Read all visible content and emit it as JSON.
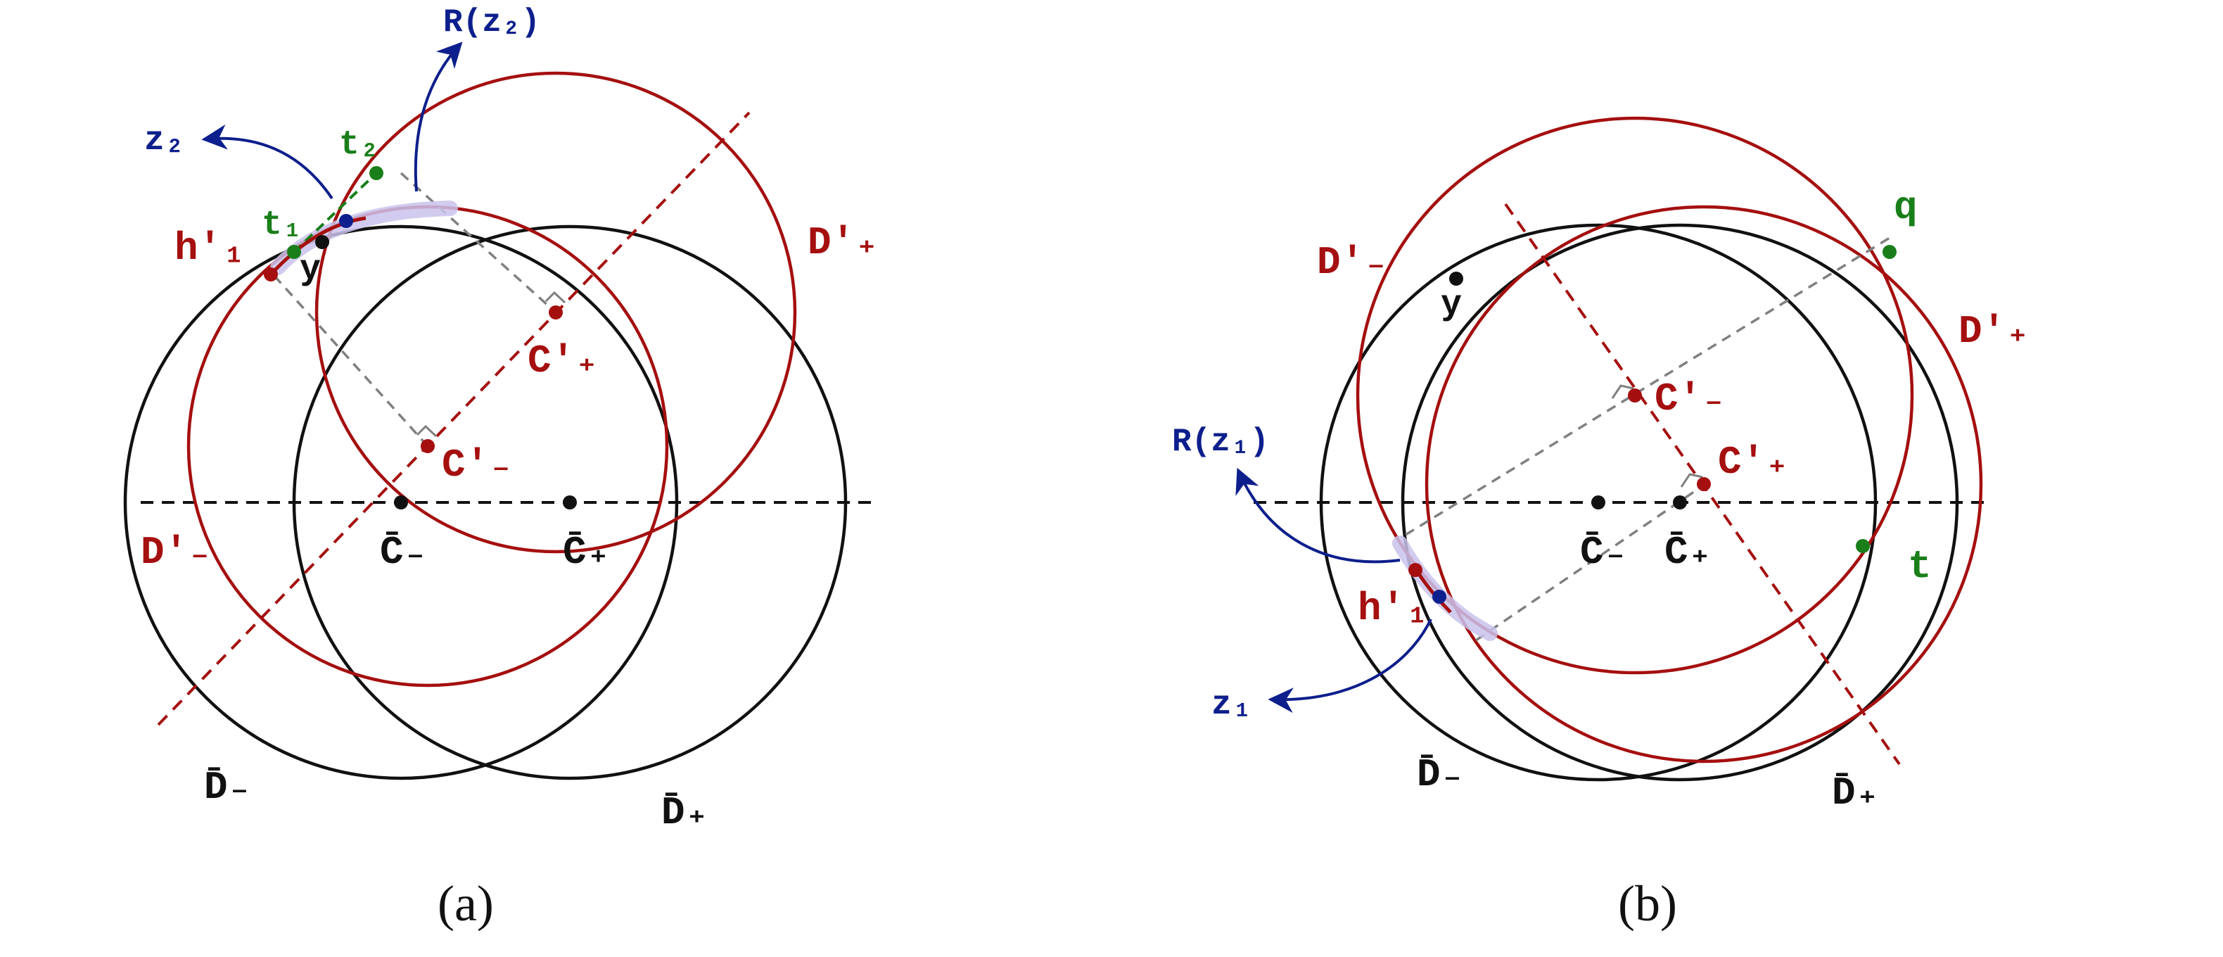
{
  "colors": {
    "black": "#111111",
    "red": "#a50f0f",
    "blue": "#0d1f8c",
    "green": "#1a7f1a",
    "gray": "#808080",
    "highlight": "#c9c3ec"
  },
  "panel_a": {
    "caption": "(a)",
    "labels": {
      "R_z2": "R(z₂)",
      "z2": "z₂",
      "t2": "t₂",
      "t1": "t₁",
      "h1": "h′₁",
      "y": "y",
      "D_plus_prime": "D′₊",
      "C_plus_prime": "C′₊",
      "C_minus_prime": "C′₋",
      "D_minus_prime": "D′₋",
      "C_minus_bar": "C̄₋",
      "C_plus_bar": "C̄₊",
      "D_minus_bar": "D̄₋",
      "D_plus_bar": "D̄₊"
    }
  },
  "panel_b": {
    "caption": "(b)",
    "labels": {
      "q": "q",
      "D_minus_prime": "D′₋",
      "y": "y",
      "D_plus_prime": "D′₊",
      "C_minus_prime": "C′₋",
      "C_plus_prime": "C′₊",
      "R_z1": "R(z₁)",
      "C_minus_bar": "C̄₋",
      "C_plus_bar": "C̄₊",
      "t": "t",
      "h1": "h′₁",
      "z1": "z₁",
      "D_minus_bar": "D̄₋",
      "D_plus_bar": "D̄₊"
    }
  }
}
